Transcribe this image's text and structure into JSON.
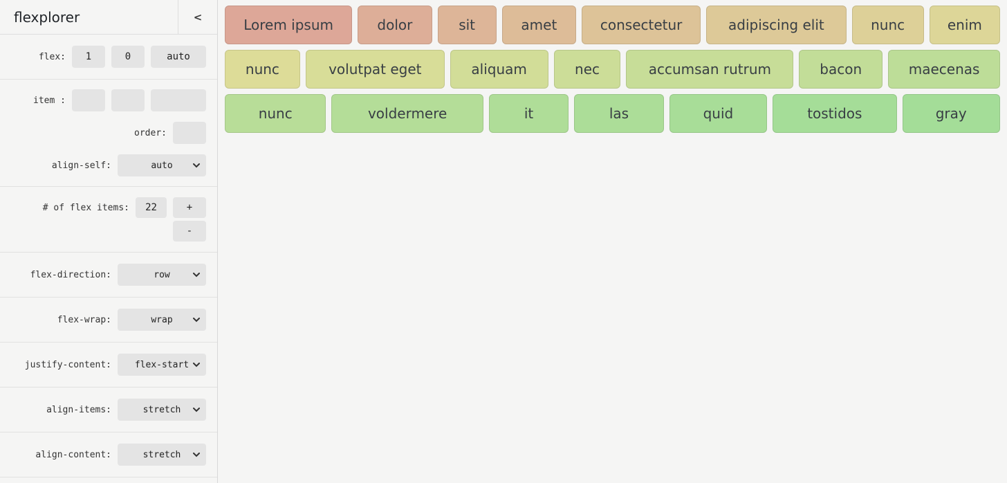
{
  "app": {
    "title": "flexplorer",
    "collapse_label": "<"
  },
  "sidebar": {
    "flex": {
      "label": "flex:",
      "values": [
        "1",
        "0",
        "auto"
      ]
    },
    "item": {
      "label": "item :",
      "values": [
        "",
        "",
        ""
      ]
    },
    "order": {
      "label": "order:",
      "value": ""
    },
    "align_self": {
      "label": "align-self:",
      "value": "auto"
    },
    "num_items": {
      "label": "# of flex items:",
      "value": "22",
      "increment_label": "+",
      "decrement_label": "-"
    },
    "flex_direction": {
      "label": "flex-direction:",
      "value": "row"
    },
    "flex_wrap": {
      "label": "flex-wrap:",
      "value": "wrap"
    },
    "justify_content": {
      "label": "justify-content:",
      "value": "flex-start"
    },
    "align_items": {
      "label": "align-items:",
      "value": "stretch"
    },
    "align_content": {
      "label": "align-content:",
      "value": "stretch"
    }
  },
  "colors": {
    "sidebar_bg": "#f5f5f4",
    "canvas_bg": "#f5f5f4",
    "control_bg": "#e4e4e4",
    "divider": "#e1e1e0",
    "item_text": "#383e44",
    "gradient_start": "#dda798",
    "gradient_end": "#a4dd98"
  },
  "flex_items": [
    {
      "label": "Lorem ipsum",
      "color": "#dda798",
      "basis": 177
    },
    {
      "label": "dolor",
      "color": "#ddae98",
      "basis": 100
    },
    {
      "label": "sit",
      "color": "#ddb598",
      "basis": 78
    },
    {
      "label": "amet",
      "color": "#ddbc98",
      "basis": 100
    },
    {
      "label": "consectetur",
      "color": "#ddc398",
      "basis": 165
    },
    {
      "label": "adipiscing elit",
      "color": "#ddc998",
      "basis": 195
    },
    {
      "label": "nunc",
      "color": "#ddd098",
      "basis": 97
    },
    {
      "label": "enim",
      "color": "#ddd698",
      "basis": 95
    },
    {
      "label": "nunc",
      "color": "#dddc98",
      "basis": 100
    },
    {
      "label": "volutpat eget",
      "color": "#d8dd98",
      "basis": 192
    },
    {
      "label": "aliquam",
      "color": "#d2dd98",
      "basis": 133
    },
    {
      "label": "nec",
      "color": "#ccdd98",
      "basis": 88
    },
    {
      "label": "accumsan rutrum",
      "color": "#c7dd98",
      "basis": 233
    },
    {
      "label": "bacon",
      "color": "#c2dd98",
      "basis": 112
    },
    {
      "label": "maecenas",
      "color": "#bddd98",
      "basis": 153
    },
    {
      "label": "nunc",
      "color": "#b8dd98",
      "basis": 97
    },
    {
      "label": "voldermere",
      "color": "#b4dd98",
      "basis": 170
    },
    {
      "label": "it",
      "color": "#afdd98",
      "basis": 66
    },
    {
      "label": "las",
      "color": "#acdd98",
      "basis": 80
    },
    {
      "label": "quid",
      "color": "#a8dd98",
      "basis": 92
    },
    {
      "label": "tostidos",
      "color": "#a5dd98",
      "basis": 130
    },
    {
      "label": "gray",
      "color": "#a4dd98",
      "basis": 92
    }
  ]
}
